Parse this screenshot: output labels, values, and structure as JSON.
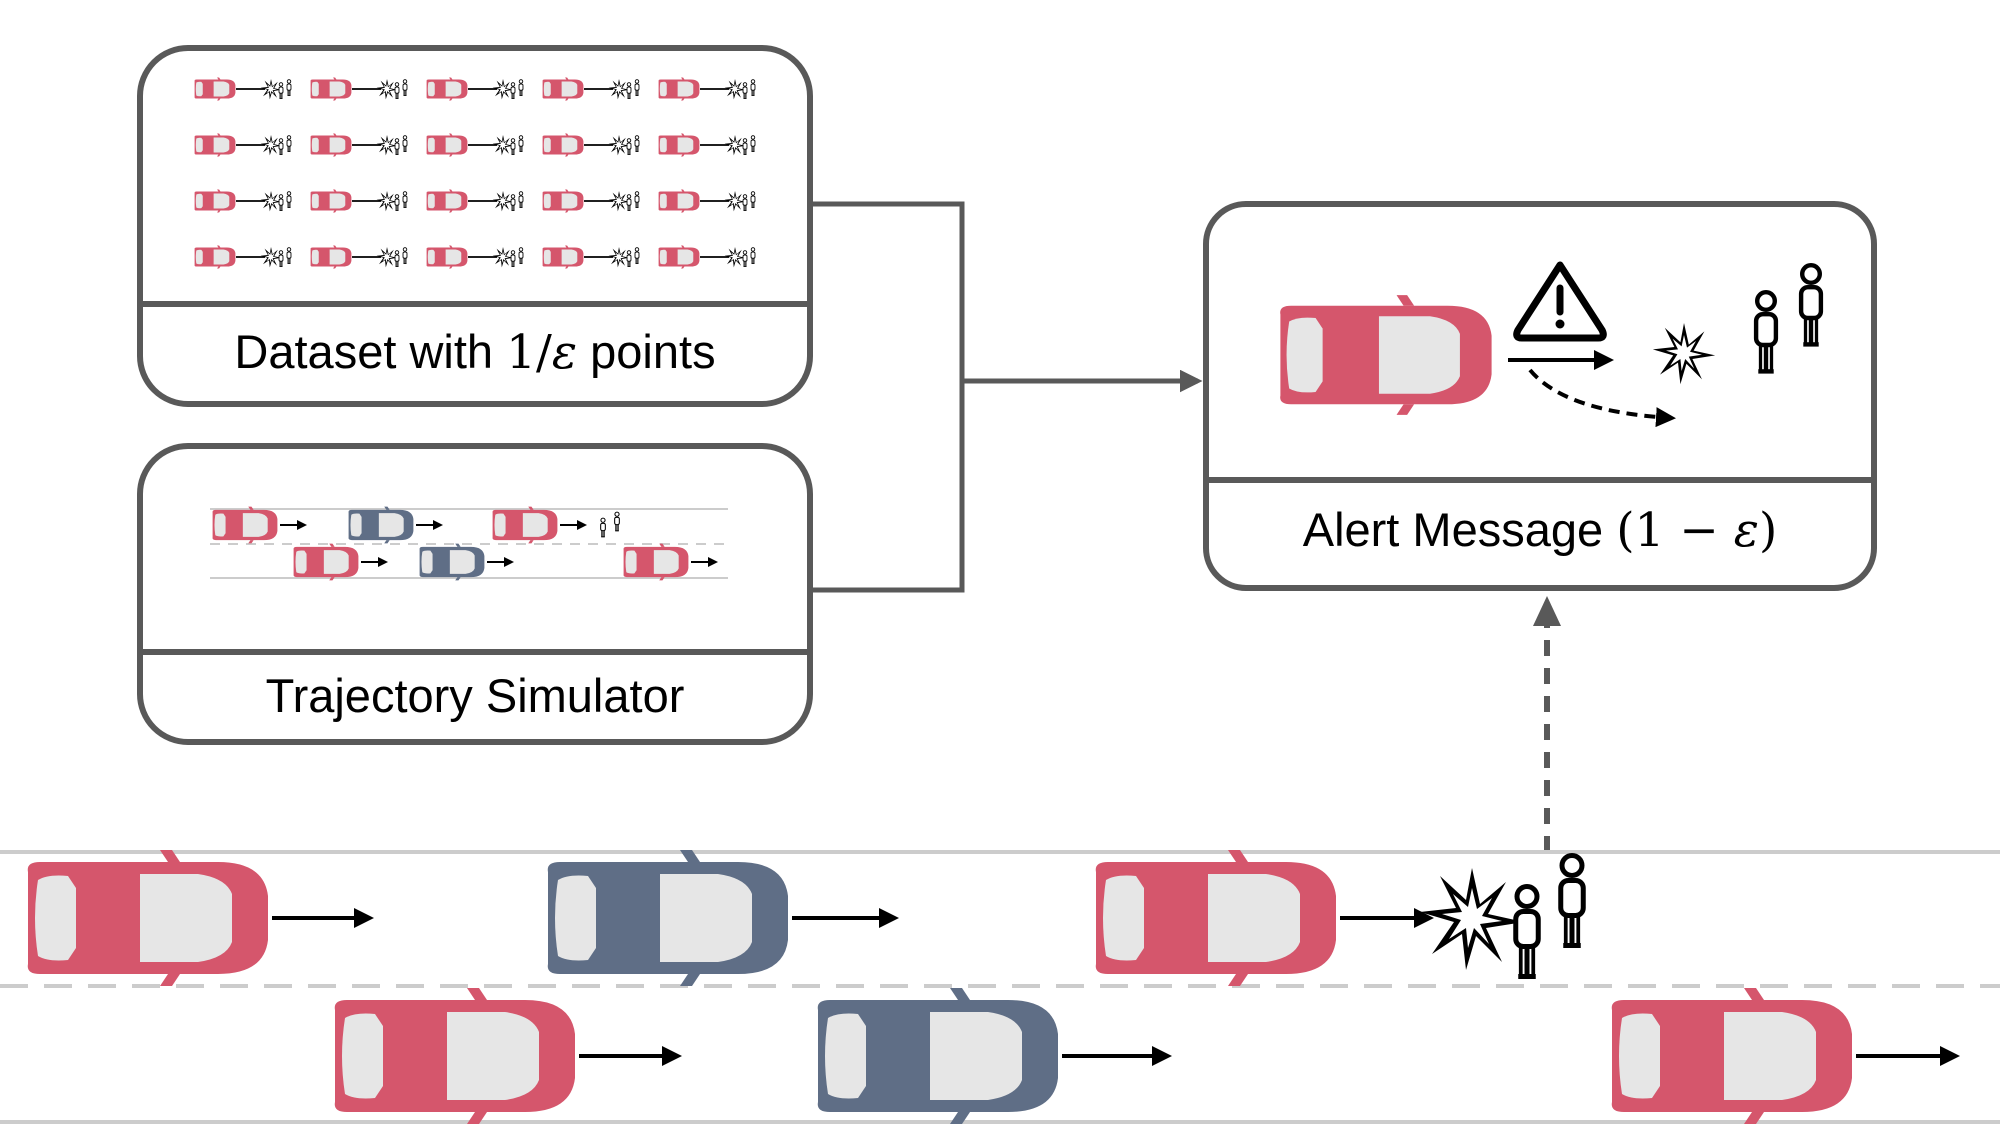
{
  "colors": {
    "red_car": "#d5566c",
    "blue_car": "#5f6e86",
    "box_stroke": "#595959",
    "road_line": "#cccccc"
  },
  "dataset_box": {
    "caption_prefix": "Dataset with ",
    "caption_math_num": "1",
    "caption_math_slash": "/",
    "caption_math_eps": "ε",
    "caption_suffix": " points",
    "grid_rows": 4,
    "grid_cols": 5,
    "grid_item_icons": [
      "car-icon",
      "arrow-icon",
      "collision-icon",
      "pedestrian-icon"
    ]
  },
  "simulator_box": {
    "caption": "Trajectory Simulator"
  },
  "alert_box": {
    "caption_prefix": "Alert Message ",
    "caption_math_open": "(",
    "caption_math_one": "1",
    "caption_math_minus": " − ",
    "caption_math_eps": "ε",
    "caption_math_close": ")",
    "icons": [
      "car-icon",
      "warning-icon",
      "straight-arrow-icon",
      "dashed-curved-arrow-icon",
      "collision-icon",
      "pedestrians-icon"
    ]
  },
  "road": {
    "lanes": 2,
    "top_lane_cars": [
      "red",
      "blue",
      "red"
    ],
    "bottom_lane_cars": [
      "red",
      "blue",
      "red"
    ],
    "extra_icons": [
      "collision-icon",
      "pedestrians-icon"
    ]
  },
  "connectors": [
    "merge-connector",
    "feed-arrow",
    "dashed-up-arrow"
  ]
}
